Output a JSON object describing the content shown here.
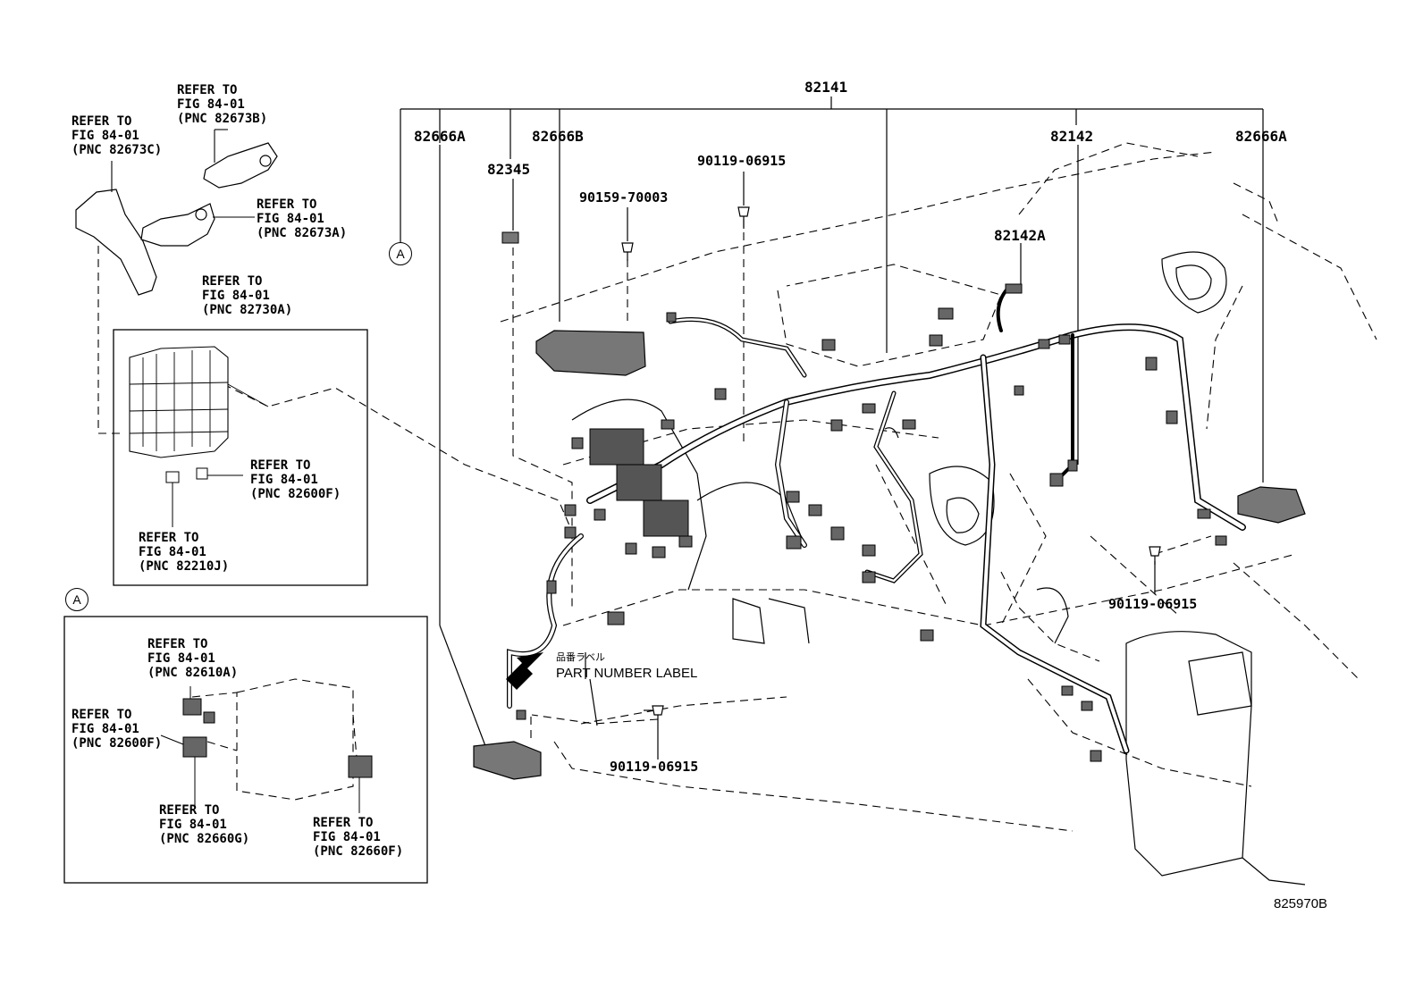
{
  "parts": {
    "main": "82141",
    "p82666a_left": "82666A",
    "p82666b": "82666B",
    "p82345": "82345",
    "p90159": "90159-70003",
    "p90119_top": "90119-06915",
    "p82142": "82142",
    "p82666a_right": "82666A",
    "p82142a": "82142A",
    "p90119_right": "90119-06915",
    "p90119_bottom": "90119-06915"
  },
  "refs": {
    "r82673b": [
      "REFER TO",
      "FIG 84-01",
      "(PNC 82673B)"
    ],
    "r82673c": [
      "REFER TO",
      "FIG 84-01",
      "(PNC 82673C)"
    ],
    "r82673a": [
      "REFER TO",
      "FIG 84-01",
      "(PNC 82673A)"
    ],
    "r82730a": [
      "REFER TO",
      "FIG 84-01",
      "(PNC 82730A)"
    ],
    "r82600f_top": [
      "REFER TO",
      "FIG 84-01",
      "(PNC 82600F)"
    ],
    "r82210j": [
      "REFER TO",
      "FIG 84-01",
      "(PNC 82210J)"
    ],
    "r82610a": [
      "REFER TO",
      "FIG 84-01",
      "(PNC 82610A)"
    ],
    "r82600f_bot": [
      "REFER TO",
      "FIG 84-01",
      "(PNC 82600F)"
    ],
    "r82660g": [
      "REFER TO",
      "FIG 84-01",
      "(PNC 82660G)"
    ],
    "r82660f": [
      "REFER TO",
      "FIG 84-01",
      "(PNC 82660F)"
    ]
  },
  "callout_a": "A",
  "callout_a_box": "A",
  "label_jp": "品番ラベル",
  "label_en": "PART NUMBER LABEL",
  "figure_id": "825970B"
}
